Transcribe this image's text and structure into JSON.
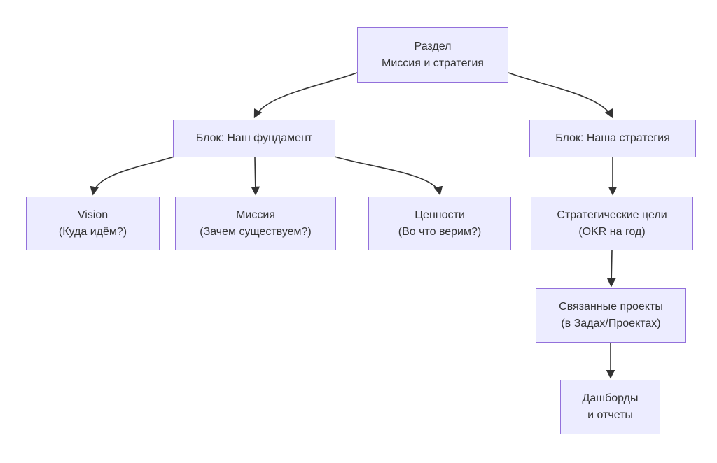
{
  "diagram": {
    "type": "flowchart",
    "direction": "top-down",
    "colors": {
      "background": "#ffffff",
      "node_fill": "#ECECFF",
      "node_border": "#9370DB",
      "edge": "#333333",
      "text": "#333333"
    },
    "nodes": {
      "root": {
        "line1": "Раздел",
        "line2": "Миссия и стратегия"
      },
      "foundation": {
        "line1": "Блок: Наш фундамент",
        "line2": ""
      },
      "strategy": {
        "line1": "Блок: Наша стратегия",
        "line2": ""
      },
      "vision": {
        "line1": "Vision",
        "line2": "(Куда идём?)"
      },
      "mission": {
        "line1": "Миссия",
        "line2": "(Зачем существуем?)"
      },
      "values": {
        "line1": "Ценности",
        "line2": "(Во что верим?)"
      },
      "goals": {
        "line1": "Стратегические цели",
        "line2": "(OKR на год)"
      },
      "projects": {
        "line1": "Связанные проекты",
        "line2": "(в Задах/Проектах)"
      },
      "dashboards": {
        "line1": "Дашборды",
        "line2": "и отчеты"
      }
    },
    "edges": [
      {
        "from": "root",
        "to": "foundation"
      },
      {
        "from": "root",
        "to": "strategy"
      },
      {
        "from": "foundation",
        "to": "vision"
      },
      {
        "from": "foundation",
        "to": "mission"
      },
      {
        "from": "foundation",
        "to": "values"
      },
      {
        "from": "strategy",
        "to": "goals"
      },
      {
        "from": "goals",
        "to": "projects"
      },
      {
        "from": "projects",
        "to": "dashboards"
      }
    ]
  }
}
